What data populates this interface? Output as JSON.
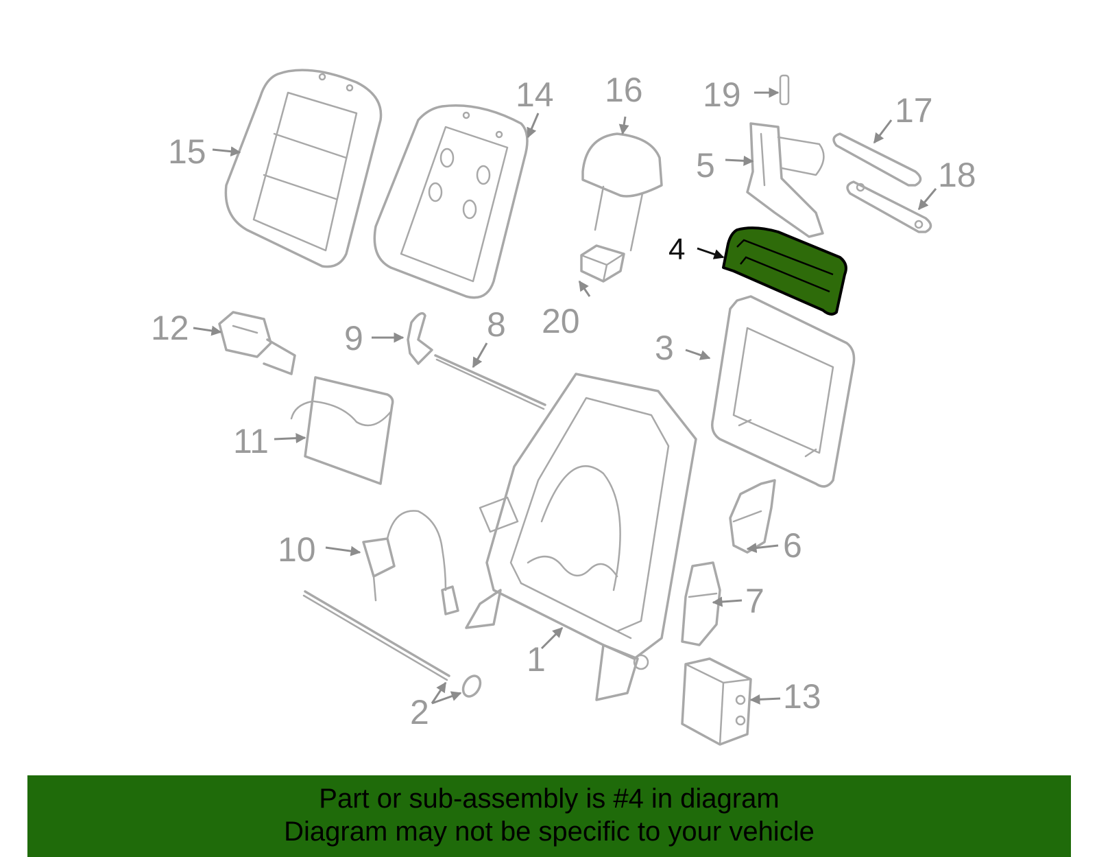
{
  "diagram": {
    "highlight_color": "#2e6b0a",
    "highlighted_part": "4",
    "callouts": {
      "c1": "1",
      "c2": "2",
      "c3": "3",
      "c4": "4",
      "c5": "5",
      "c6": "6",
      "c7": "7",
      "c8": "8",
      "c9": "9",
      "c10": "10",
      "c11": "11",
      "c12": "12",
      "c13": "13",
      "c14": "14",
      "c15": "15",
      "c16": "16",
      "c17": "17",
      "c18": "18",
      "c19": "19",
      "c20": "20"
    }
  },
  "banner": {
    "background": "#1f6b0a",
    "line1": "Part or sub-assembly is #4 in diagram",
    "line2": "Diagram may not be specific to your vehicle"
  }
}
